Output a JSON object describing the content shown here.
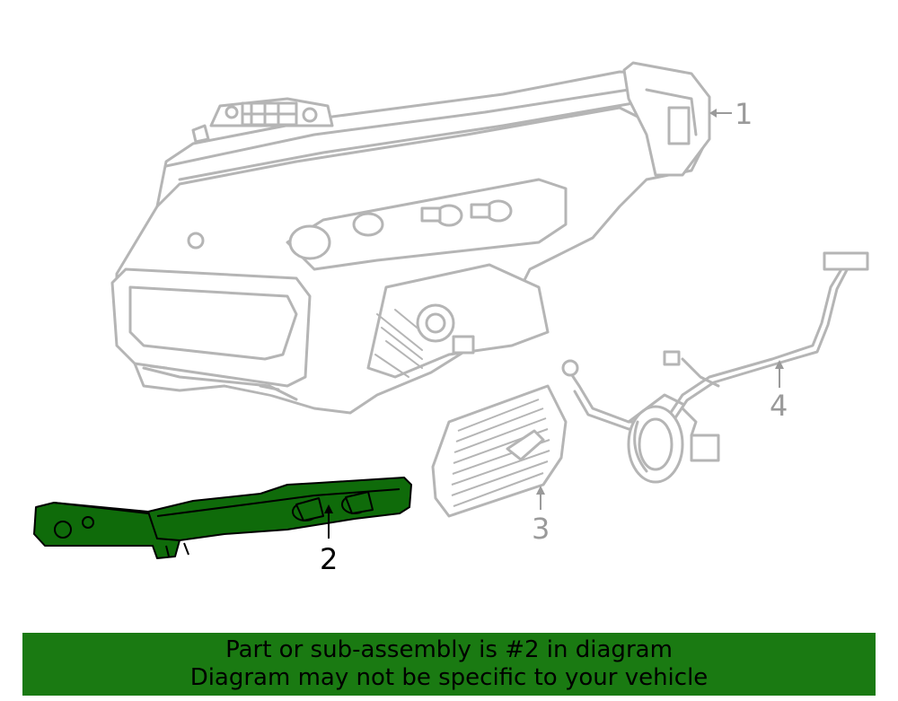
{
  "callouts": [
    {
      "label": "1",
      "part": "headlamp-assembly",
      "highlighted": false
    },
    {
      "label": "2",
      "part": "mounting-bracket",
      "highlighted": true
    },
    {
      "label": "3",
      "part": "heat-sink-cover",
      "highlighted": false
    },
    {
      "label": "4",
      "part": "wiring-harness",
      "highlighted": false
    }
  ],
  "banner": {
    "line1": "Part or sub-assembly is #2 in diagram",
    "line2": "Diagram may not be specific to your vehicle"
  },
  "colors": {
    "highlight_fill": "#0f6b0a",
    "outline_gray": "#b5b5b5",
    "callout_gray": "#9a9a9a",
    "banner_bg": "#1a7a12"
  }
}
